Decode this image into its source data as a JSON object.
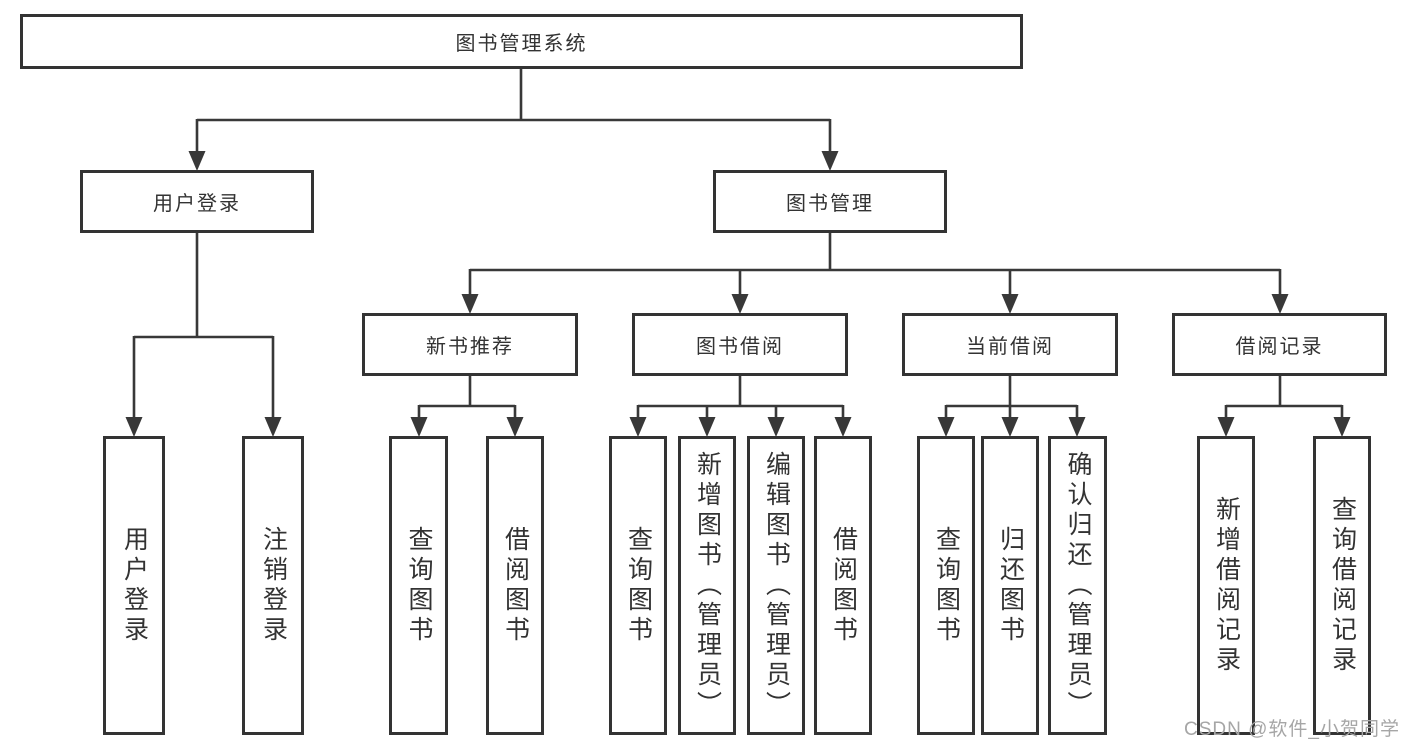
{
  "diagram": {
    "title": "图书管理系统",
    "root": {
      "label": "图书管理系统"
    },
    "level1": [
      {
        "label": "用户登录"
      },
      {
        "label": "图书管理"
      }
    ],
    "level2": [
      {
        "label": "新书推荐",
        "parent": "图书管理"
      },
      {
        "label": "图书借阅",
        "parent": "图书管理"
      },
      {
        "label": "当前借阅",
        "parent": "图书管理"
      },
      {
        "label": "借阅记录",
        "parent": "图书管理"
      }
    ],
    "leaves": [
      {
        "label": "用户登录",
        "parent": "用户登录"
      },
      {
        "label": "注销登录",
        "parent": "用户登录"
      },
      {
        "label": "查询图书",
        "parent": "新书推荐"
      },
      {
        "label": "借阅图书",
        "parent": "新书推荐"
      },
      {
        "label": "查询图书",
        "parent": "图书借阅"
      },
      {
        "label": "新增图书（管理员）",
        "parent": "图书借阅"
      },
      {
        "label": "编辑图书（管理员）",
        "parent": "图书借阅"
      },
      {
        "label": "借阅图书",
        "parent": "图书借阅"
      },
      {
        "label": "查询图书",
        "parent": "当前借阅"
      },
      {
        "label": "归还图书",
        "parent": "当前借阅"
      },
      {
        "label": "确认归还（管理员）",
        "parent": "当前借阅"
      },
      {
        "label": "新增借阅记录",
        "parent": "借阅记录"
      },
      {
        "label": "查询借阅记录",
        "parent": "借阅记录"
      }
    ]
  },
  "watermark": {
    "text": "CSDN @软件_小贺同学"
  },
  "colors": {
    "line": "#383838",
    "box_border": "#333333",
    "text": "#333333",
    "watermark": "#a6a6a6",
    "background": "#ffffff"
  }
}
